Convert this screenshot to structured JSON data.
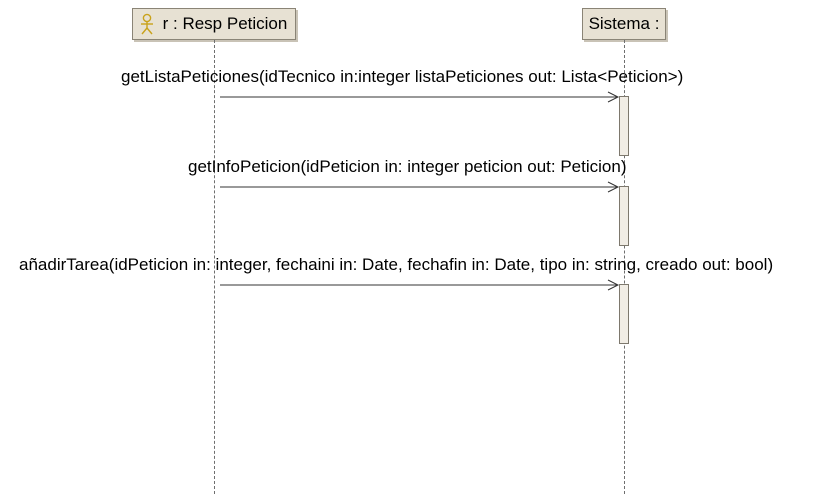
{
  "lifelines": {
    "actor": {
      "label": "r : Resp Peticion",
      "icon": "actor-icon"
    },
    "system": {
      "label": "Sistema :"
    }
  },
  "messages": [
    {
      "label": "getListaPeticiones(idTecnico in:integer listaPeticiones out: Lista<Peticion>)"
    },
    {
      "label": "getInfoPeticion(idPeticion in: integer peticion out: Peticion)"
    },
    {
      "label": "añadirTarea(idPeticion in: integer, fechaini in: Date, fechafin in: Date, tipo in: string, creado out: bool)"
    }
  ],
  "colors": {
    "header_fill": "#e7e1d3",
    "header_border": "#8a8476",
    "activation_fill": "#f1ede5",
    "actor_icon": "#c9a21a"
  }
}
